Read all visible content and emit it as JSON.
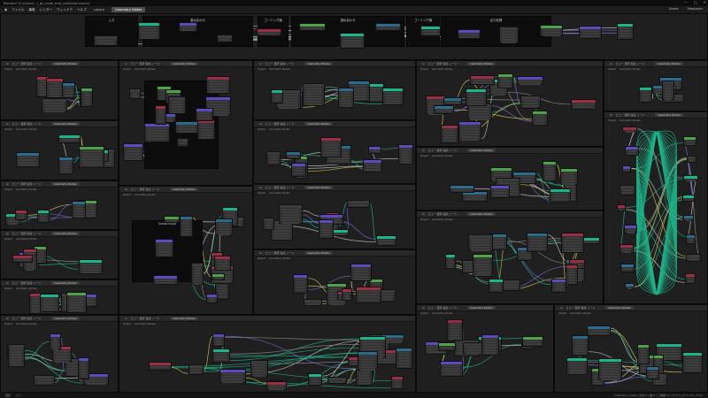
{
  "window": {
    "title": "Blender* [C:\\Users\\...\\_gn_node_tree_collection.blend]",
    "controls": [
      "—",
      "□",
      "✕"
    ]
  },
  "menubar": {
    "items": [
      "ファイル",
      "編集",
      "レンダー",
      "ウィンドウ",
      "ヘルプ"
    ],
    "workspaces": [
      "Layout",
      "Geometry Nodes"
    ],
    "active_workspace": "Geometry Nodes",
    "right": [
      "Scene",
      "ViewLayer"
    ]
  },
  "panel_header": {
    "menu": "ビュー 選択 追加 ノード",
    "tree": "Geometry Nodes",
    "object": "Object",
    "editor_icon": "node-editor-icon"
  },
  "frames": {
    "top": [
      "入力",
      "重ね合わせ",
      "ゴーミング値",
      "重ね合わせ",
      "ゴーミング値",
      "出力処理"
    ],
    "mid": "Group Input"
  },
  "statusbar": {
    "left": "選択",
    "middle": "パン",
    "right": "Collection | Cube | 頂点:8 | 面:6 | 三角面:12 | オブジェクト:1/3 | 4.2.0"
  },
  "colors": {
    "geometry": "#1db48a",
    "mesh": "#4fa24a",
    "input": "#9a2f43",
    "vector": "#5a4bbf",
    "utility": "#2b6c8c",
    "header": "#3c3c3c"
  }
}
